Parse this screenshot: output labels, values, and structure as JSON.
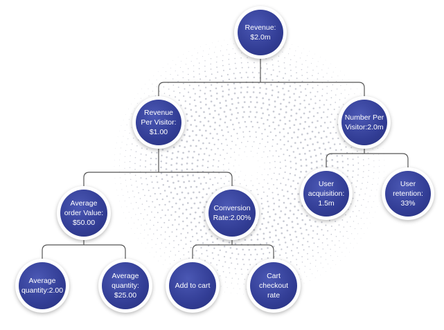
{
  "diagram": {
    "type": "tree",
    "colors": {
      "node_fill": "#323d95",
      "node_ring": "#ffffff",
      "connector": "#555555",
      "label": "#ffffff",
      "background_dots": "#c9cbd4"
    },
    "nodes": [
      {
        "id": "revenue",
        "label": "Revenue:\n$2.0m",
        "parent": null
      },
      {
        "id": "revenue-per-visitor",
        "label": "Revenue\nPer Visitor:\n$1.00",
        "parent": "revenue"
      },
      {
        "id": "number-per-visitor",
        "label": "Number Per\nVisitor:2.0m",
        "parent": "revenue"
      },
      {
        "id": "average-order-value",
        "label": "Average\norder Value:\n$50.00",
        "parent": "revenue-per-visitor"
      },
      {
        "id": "conversion-rate",
        "label": "Conversion\nRate:2.00%",
        "parent": "revenue-per-visitor"
      },
      {
        "id": "user-acquisition",
        "label": "User\nacquisition:\n1.5m",
        "parent": "number-per-visitor"
      },
      {
        "id": "user-retention",
        "label": "User\nretention:\n33%",
        "parent": "number-per-visitor"
      },
      {
        "id": "average-quantity-1",
        "label": "Average\nquantity:2.00",
        "parent": "average-order-value"
      },
      {
        "id": "average-quantity-2",
        "label": "Average\nquantity:\n$25.00",
        "parent": "average-order-value"
      },
      {
        "id": "add-to-cart",
        "label": "Add to cart",
        "parent": "conversion-rate"
      },
      {
        "id": "cart-checkout-rate",
        "label": "Cart\ncheckout\nrate",
        "parent": "conversion-rate"
      }
    ]
  }
}
